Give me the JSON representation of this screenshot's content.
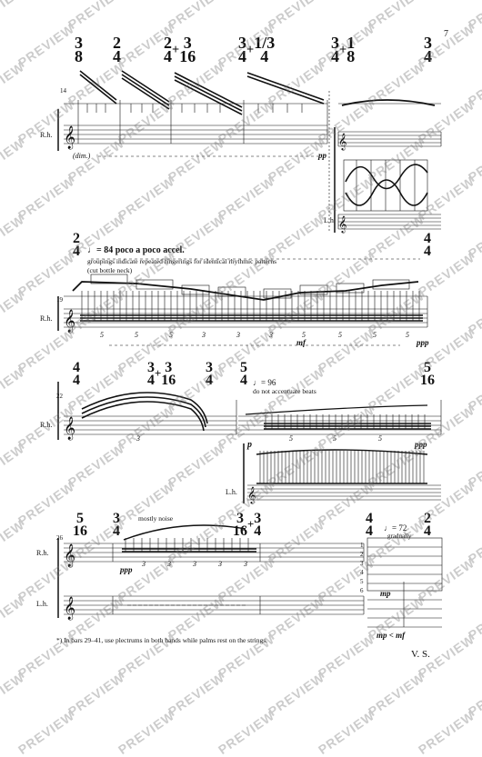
{
  "page_number": "7",
  "footer_right": "V. S.",
  "footnote": "*) In bars 29–41, use plectrums in both hands while palms rest on the strings.",
  "watermark_text": "PREVIEW",
  "system1": {
    "bar_number": "14",
    "staff_label_rh": "R.h.",
    "staff_label_lh": "L.h.",
    "dyn_dim": "(dim.)",
    "dyn_pp": "pp",
    "time_sigs": [
      {
        "top": "3",
        "bottom": "8"
      },
      {
        "top": "2",
        "bottom": "4"
      },
      {
        "top": "2",
        "bottom": "4",
        "plus_top": "3",
        "plus_bottom": "16"
      },
      {
        "top": "3",
        "bottom": "4",
        "plus_top": "1/3",
        "plus_bottom": "4"
      },
      {
        "top": "3",
        "bottom": "4",
        "plus_top": "1",
        "plus_bottom": "8"
      },
      {
        "top": "3",
        "bottom": "4"
      }
    ]
  },
  "system2": {
    "bar_number": "19",
    "tempo": "♩= 84 poco a poco accel.",
    "instruction1": "groupings indicate repeated fingerings for identical rhythmic patterns",
    "instruction2": "(cut bottle neck)",
    "staff_label_rh": "R.h.",
    "dyn_mf": "mf",
    "dyn_ppp": "ppp",
    "tuplets": [
      "5",
      "5",
      "5",
      "3",
      "3",
      "3",
      "5",
      "5",
      "5",
      "5"
    ],
    "time_sig_start": {
      "top": "2",
      "bottom": "4"
    },
    "time_sig_end": {
      "top": "4",
      "bottom": "4"
    }
  },
  "system3": {
    "bar_number": "22",
    "staff_label_rh": "R.h.",
    "staff_label_lh": "L.h.",
    "tempo": "♩= 96",
    "instruction": "do not accentuate beats",
    "dyn_p": "p",
    "dyn_ppp": "ppp",
    "tuplets": [
      "3",
      "5",
      "5",
      "5"
    ],
    "time_sigs": [
      {
        "top": "4",
        "bottom": "4"
      },
      {
        "top": "3",
        "bottom": "4",
        "plus_top": "3",
        "plus_bottom": "16"
      },
      {
        "top": "3",
        "bottom": "4"
      },
      {
        "top": "5",
        "bottom": "4"
      },
      {
        "top": "5",
        "bottom": "16"
      }
    ]
  },
  "system4": {
    "bar_number": "26",
    "staff_label_rh": "R.h.",
    "staff_label_lh": "L.h.",
    "instruction_noise": "mostly noise",
    "tempo": "♩= 72",
    "instruction_gradually": "gradually",
    "dyn_ppp": "ppp",
    "dyn_mp": "mp",
    "dyn_mp_mf": "mp < mf",
    "tuplets": [
      "3",
      "3",
      "3",
      "3",
      "3"
    ],
    "string_numbers": [
      "1",
      "2",
      "3",
      "4",
      "5",
      "6"
    ],
    "time_sigs": [
      {
        "top": "5",
        "bottom": "16"
      },
      {
        "top": "3",
        "bottom": "4"
      },
      {
        "top": "3",
        "bottom": "16",
        "plus_top": "3",
        "plus_bottom": "4"
      },
      {
        "top": "4",
        "bottom": "4"
      },
      {
        "top": "2",
        "bottom": "4"
      }
    ]
  }
}
